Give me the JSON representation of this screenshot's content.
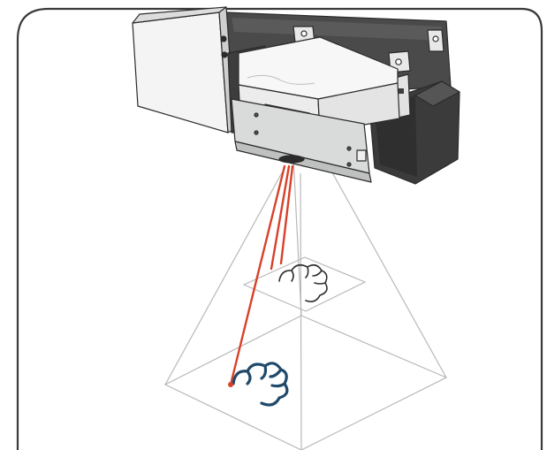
{
  "figure": {
    "device_name": "laser-projector-unit",
    "projection_frustum": "pyramid-outline",
    "near_plane_shape": "cloud-outline",
    "far_plane_shape": "cloud-outline",
    "beam_count": 3
  },
  "colors": {
    "frame_stroke": "#3a3a3a",
    "frustum_stroke": "#b8b8b8",
    "beam": "#d8412a",
    "far_shape": "#1f4a6b",
    "near_shape": "#2e2e2e",
    "device_dark": "#3d3d3d",
    "device_light": "#f2f2f2",
    "device_mid": "#cfd0d0"
  }
}
